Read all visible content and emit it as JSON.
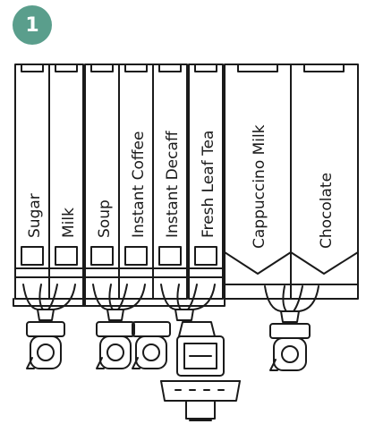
{
  "step": {
    "number": "1"
  },
  "canisters": [
    {
      "label": "Sugar"
    },
    {
      "label": "Milk"
    },
    {
      "label": "Soup"
    },
    {
      "label": "Instant Coffee"
    },
    {
      "label": "Instant Decaff"
    },
    {
      "label": "Fresh Leaf Tea"
    },
    {
      "label": "Cappuccino Milk"
    },
    {
      "label": "Chocolate"
    }
  ],
  "colors": {
    "badge": "#5a9e8c",
    "stroke": "#1a1a1a",
    "background": "#ffffff"
  }
}
